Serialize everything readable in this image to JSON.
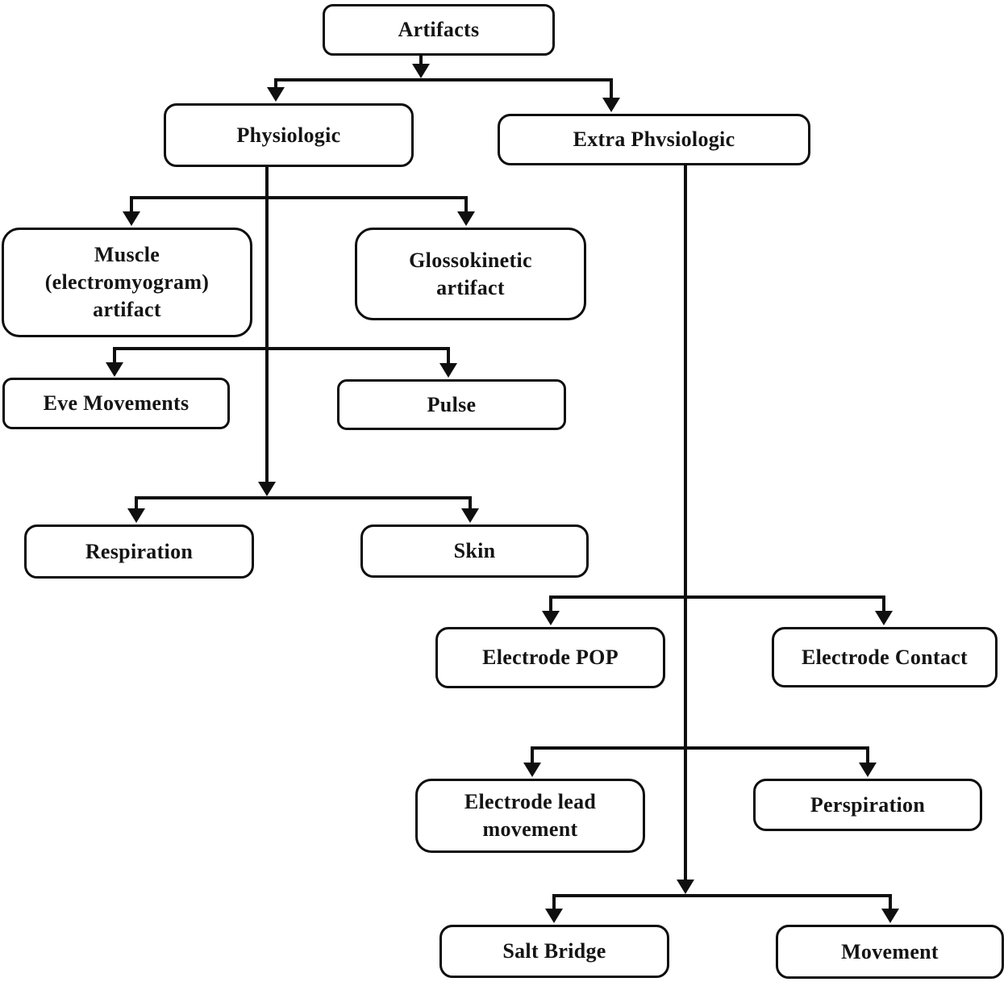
{
  "diagram": {
    "type": "flowchart-tree",
    "colors": {
      "stroke": "#0f0f0f",
      "node_fill": "#ffffff",
      "text": "#141414",
      "background": "#ffffff"
    },
    "nodes": {
      "artifacts": {
        "label": "Artifacts"
      },
      "physiologic": {
        "label": "Physiologic"
      },
      "extra_physiologic": {
        "label": "Extra Phvsiologic"
      },
      "muscle": {
        "label": "Muscle\n(electromyogram)\nartifact"
      },
      "glossokinetic": {
        "label": "Glossokinetic\nartifact"
      },
      "eye_movements": {
        "label": "Eve Movements"
      },
      "pulse": {
        "label": "Pulse"
      },
      "respiration": {
        "label": "Respiration"
      },
      "skin": {
        "label": "Skin"
      },
      "electrode_pop": {
        "label": "Electrode POP"
      },
      "electrode_contact": {
        "label": "Electrode Contact"
      },
      "electrode_lead": {
        "label": "Electrode lead\nmovement"
      },
      "perspiration": {
        "label": "Perspiration"
      },
      "salt_bridge": {
        "label": "Salt Bridge"
      },
      "movement": {
        "label": "Movement"
      }
    },
    "hierarchy": {
      "Artifacts": {
        "Physiologic": [
          "Muscle (electromyogram) artifact",
          "Glossokinetic artifact",
          "Eve Movements",
          "Pulse",
          "Respiration",
          "Skin"
        ],
        "Extra Phvsiologic": [
          "Electrode POP",
          "Electrode Contact",
          "Electrode lead movement",
          "Perspiration",
          "Salt Bridge",
          "Movement"
        ]
      }
    }
  }
}
